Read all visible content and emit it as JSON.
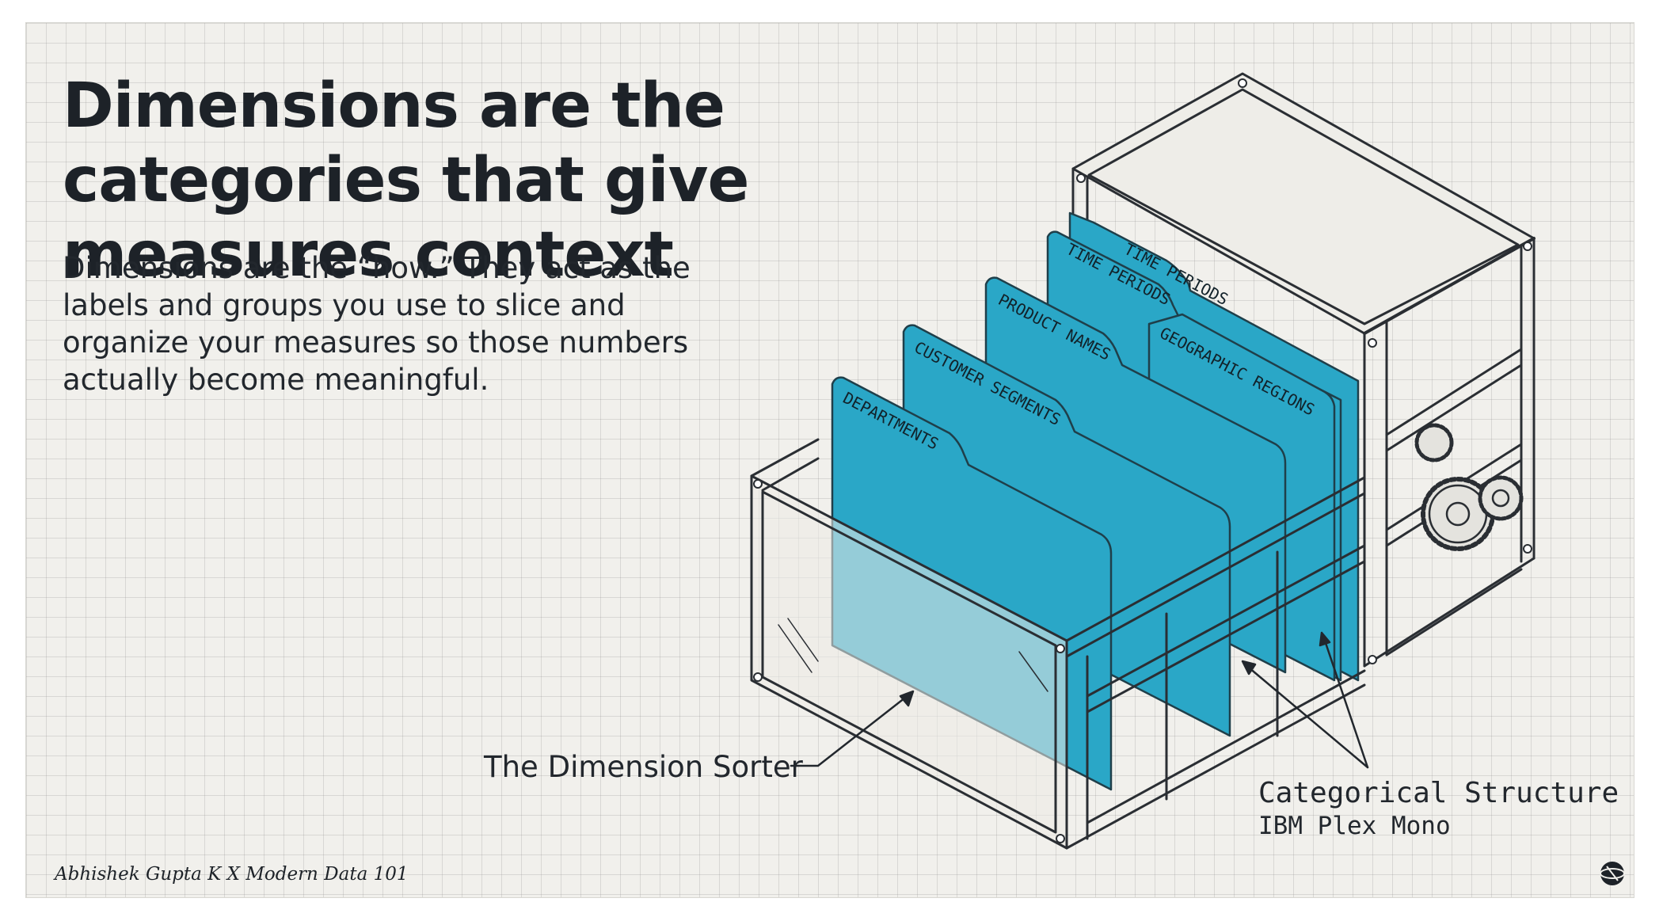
{
  "slide": {
    "title": "Dimensions are the categories that give measures context",
    "body": "Dimensions are the “how.” They act as the labels and groups you use to slice and organize your measures so those numbers actually become meaningful."
  },
  "diagram": {
    "folder_tabs": [
      "TIME PERIODS",
      "TIME PERIODS",
      "GEOGRAPHIC REGIONS",
      "PRODUCT NAMES",
      "CUSTOMER SEGMENTS",
      "DEPARTMENTS"
    ],
    "callouts": {
      "sorter": "The Dimension Sorter",
      "structure_line1": "Categorical Structure",
      "structure_line2": "IBM Plex Mono"
    }
  },
  "footer": {
    "credit": "Abhishek Gupta K X Modern Data 101",
    "logo_icon": "globe-logo-icon"
  },
  "colors": {
    "background": "#f1f0ec",
    "grid": "#cfcfcb",
    "folder_fill": "#2aa7c7",
    "ink": "#1d2228"
  }
}
